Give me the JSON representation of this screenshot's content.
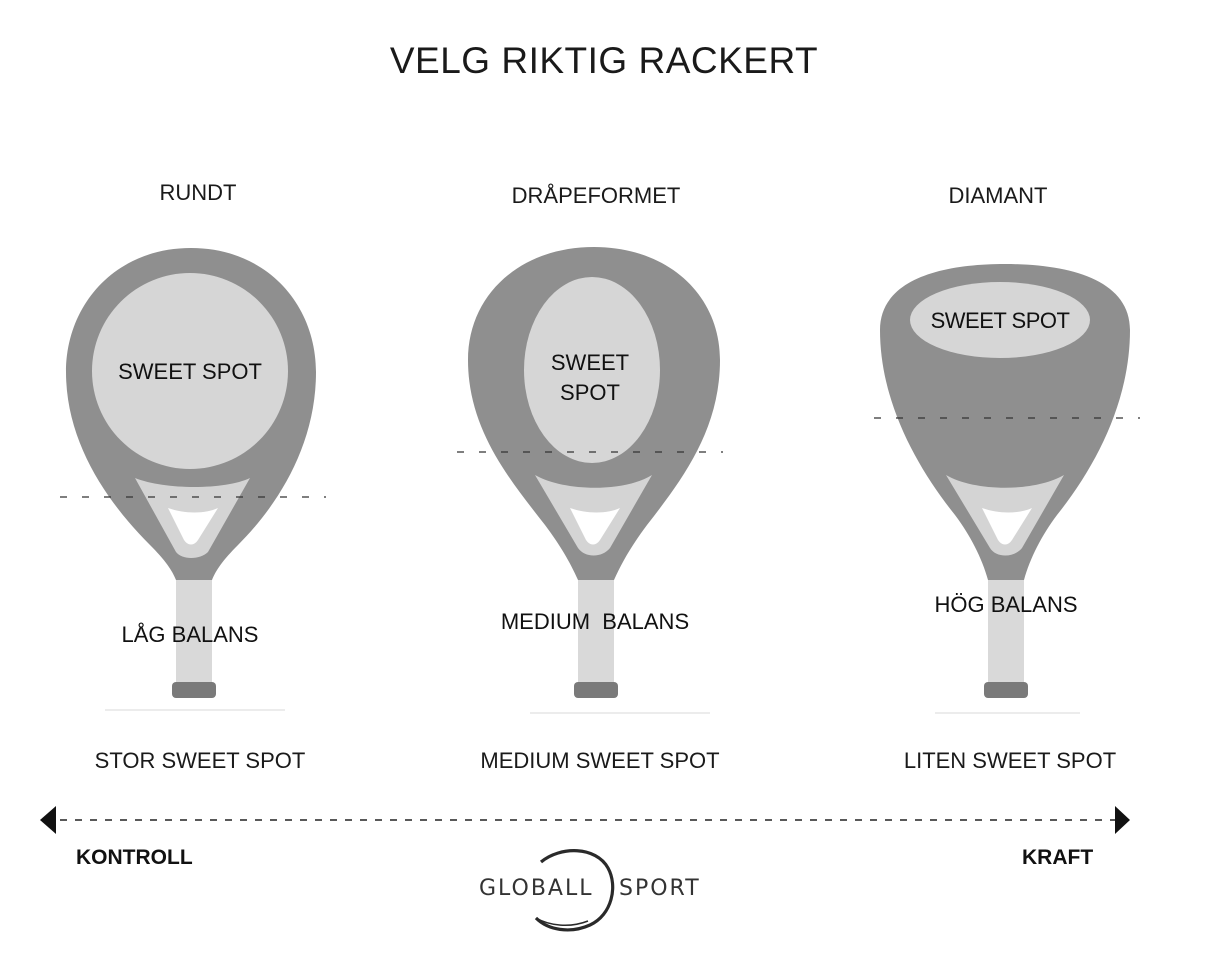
{
  "title": "VELG RIKTIG RACKERT",
  "rackets": [
    {
      "shape": "RUNDT",
      "sweet_spot_label": "SWEET SPOT",
      "balance": "LÅG BALANS",
      "sweet_spot_size": "STOR SWEET SPOT"
    },
    {
      "shape": "DRÅPEFORMET",
      "sweet_spot_label_line1": "SWEET",
      "sweet_spot_label_line2": "SPOT",
      "balance": "MEDIUM  BALANS",
      "sweet_spot_size": "MEDIUM SWEET SPOT"
    },
    {
      "shape": "DIAMANT",
      "sweet_spot_label": "SWEET SPOT",
      "balance": "HÖG BALANS",
      "sweet_spot_size": "LITEN SWEET SPOT"
    }
  ],
  "scale": {
    "left_label": "KONTROLL",
    "right_label": "KRAFT"
  },
  "logo": {
    "left": "GLOBALL",
    "right": "SPORT"
  },
  "colors": {
    "frame": "#8f8f8f",
    "sweet_spot": "#d6d6d6",
    "handle": "#d9d9d9",
    "grip_cap": "#7a7a7a"
  }
}
